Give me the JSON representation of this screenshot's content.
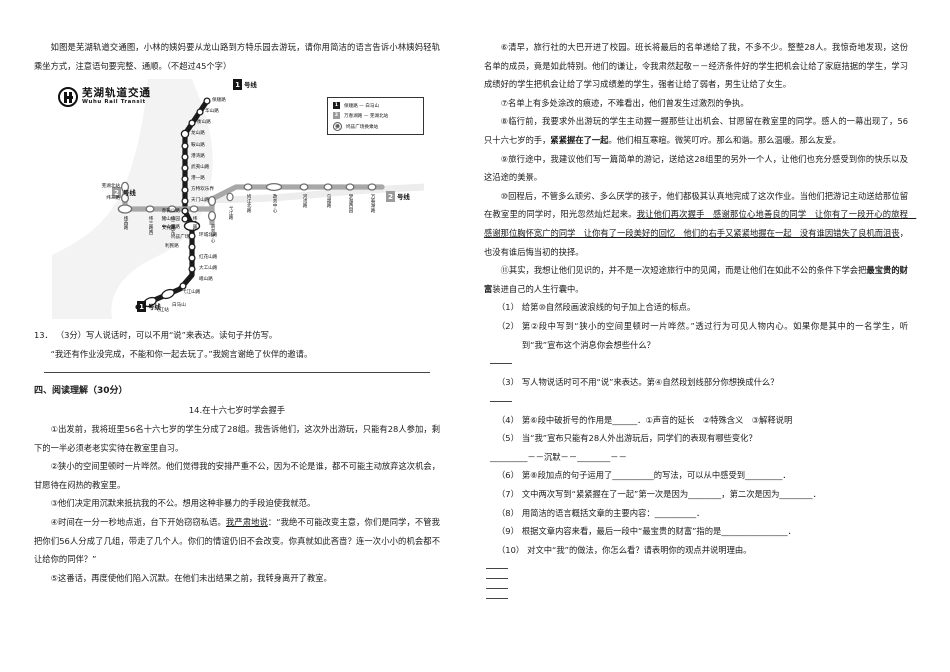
{
  "left": {
    "q12_text": "如图是芜湖轨道交通图，小林的姨妈要从龙山路到方特乐园去游玩，请你用简洁的语言告诉小林姨妈轻轨乘坐方式，注意语句要完整、通顺。（不超过45个字）",
    "map": {
      "logo_cn": "芜湖轨道交通",
      "logo_en": "Wuhu Rail Transit",
      "line1_badge": "1",
      "line1_badge_label": "号线",
      "line2_badge": "2",
      "line2_badge_label": "号线",
      "legend": [
        {
          "mark": "1",
          "text": "保顺路 — 白马山"
        },
        {
          "mark": "2",
          "text": "万春湖路 — 芜湖北站"
        },
        {
          "mark": "换",
          "text": "鸠兹广场换乘站"
        }
      ],
      "line1_stations": [
        "保顺路",
        "华山路",
        "衡山路",
        "龙山路",
        "鞍山路",
        "港湾路",
        "武夷山路",
        "港一路",
        "方特欢乐界",
        "天门山路",
        "赤铸山路",
        "赭山公园",
        "中山北路",
        "鸠兹广场",
        "环城北路",
        "利民路",
        "红花山路",
        "大工山路",
        "峨山路",
        "弋江山路",
        "弋江站",
        "白马山"
      ],
      "line2_left_stations": [
        "芜湖北站",
        "纬三路",
        "纬西路",
        "纬三路西",
        "纬二路东",
        "纬二路",
        "商务中心"
      ],
      "line2_right_stations": [
        "鸠江北路",
        "政务中心",
        "河湾路",
        "乌霞路",
        "梦湖西园",
        "万春湖路"
      ],
      "line2_mid_stations": [
        "文化路",
        "弋江路"
      ],
      "transfer_station": "鸠兹广场"
    },
    "q13": {
      "number": "13．",
      "score": "（3分）",
      "stem": "写人说话时，可以不用“说”来表达。读句子并仿写。",
      "example": "“我还有作业没完成，不能和你一起去玩了。”我婉言谢绝了伙伴的邀请。"
    },
    "section4_title": "四、阅读理解（30分）",
    "article_title": "14.在十六七岁时学会握手",
    "paras": [
      "①出发前，我将班里56名十六七岁的学生分成了28组。我告诉他们，这次外出游玩，只能有28人参加，剩下的一半必须老老实实待在教室里自习。",
      "②狭小的空间里顿时一片哗然。他们觉得我的安排严重不公，因为不论是谁，都不可能主动放弃这次机会，甘愿待在闷热的教室里。",
      "③他们决定用沉默来抵抗我的不公。想用这种非暴力的手段迫使我就范。",
      "④时间在一分一秒地点逝，台下开始窃窃私语。我严肃地说：“我绝不可能改变主意，你们是同学，不管我把你们56人分成了几组，带走了几个人。你们的情谊仍旧不会改变。你真就如此吝啬？连一次小小的机会都不让给你的同伴？”",
      "⑤这番话，再度使他们陷入沉默。在他们未出结果之前，我转身离开了教室。"
    ]
  },
  "right": {
    "paras": [
      "⑥清早，旅行社的大巴开进了校园。班长将最后的名单递给了我，不多不少。整整28人。我惊奇地发现，这份名单的成员，竟是如此特别。他们的谦让，令我肃然起敬－－经济条件好的学生把机会让给了家庭拮据的学生，学习成绩好的学生把机会让给了学习成绩差的学生，强者让给了弱者，男生让给了女生。",
      "⑦名单上有多处涂改的痕迹，不难看出，他们曾发生过激烈的争执。",
      "⑧临行前，我要求外出游玩的学生主动握一握那些让出机会、甘愿留在教室里的同学。感人的一幕出现了，56只十六七岁的手，紧紧握在了一起。他们相互寒暄。微笑叮咛。那么和谐。那么温暖。那么友爱。",
      "⑨旅行途中，我建议他们写一篇简单的游记，送给这28组里的另外一个人，让他们也充分感受到你的快乐以及这沿途的美景。",
      "⑩回程后，不管多么顽劣、多么厌学的孩子，他们都极其认真地完成了这次作业。当他们把游记主动送给那位留在教室里的同学时，阳光忽然灿烂起来。我让他们再次握手 感谢那位心地善良的同学 让你有了一段开心的旅程 感谢那位胸怀宽广的同学 让你有了一段美好的回忆 他们的右手又紧紧地握在一起 没有谁因错失了良机而沮丧，也没有谁后悔当初的抉择。",
      "⑪其实，我想让他们见识的，并不是一次短途旅行中的见闻，而是让他们在如此不公的条件下学会把最宝贵的财富装进自己的人生行囊中。"
    ],
    "para8_bold": "紧紧握在了一起",
    "para11_bold": "最宝贵的财富",
    "questions": [
      {
        "n": "（1）",
        "t": "给第⑩自然段画波浪线的句子加上合适的标点。"
      },
      {
        "n": "（2）",
        "t": "第②段中写到“狭小的空间里顿时一片哗然。”透过行为可见人物内心。如果你是其中的一名学生，听到“我”宣布这个消息你会想些什么？"
      },
      {
        "n": "（3）",
        "t": "写人物说话时可不用“说”来表达。第④自然段划线部分你想换成什么？"
      },
      {
        "n": "（4）",
        "t": "第⑥段中破折号的作用是______．①声音的延长　②特殊含义　③解释说明"
      },
      {
        "n": "（5）",
        "t": "当“我”宣布只能有28人外出游玩后，同学们的表现有哪些变化？"
      },
      {
        "n": "（6）",
        "t": "第⑧段加点的句子运用了__________的写法，可以从中感受到_________．"
      },
      {
        "n": "（7）",
        "t": "文中两次写到“紧紧握在了一起”第一次是因为________，第二次是因为________．"
      },
      {
        "n": "（8）",
        "t": "用简洁的语言概括文章的主要内容：__________．"
      },
      {
        "n": "（9）",
        "t": "根据文章内容来看，最后一段中“最宝贵的财富”指的是________________．"
      },
      {
        "n": "（10）",
        "t": "对文中“我”的做法，你怎么看？请表明你的观点并说明理由。"
      }
    ],
    "q5_answer_line": "_________－－沉默－－________－－"
  }
}
